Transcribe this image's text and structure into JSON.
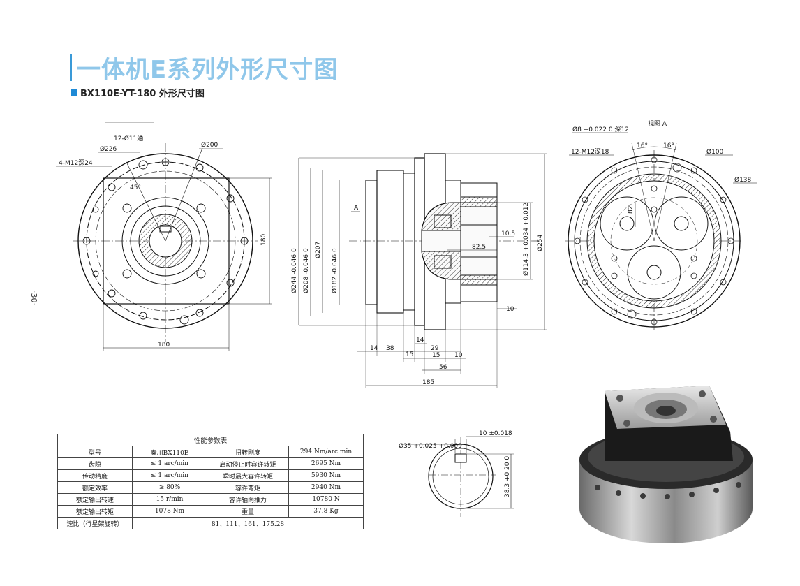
{
  "header": {
    "title": "一体机E系列外形尺寸图",
    "subtitle": "BX110E-YT-180  外形尺寸图",
    "page_number": "·30·"
  },
  "front_view": {
    "callouts": [
      "12-Ø11通",
      "Ø226",
      "4-M12深24",
      "Ø200",
      "45°"
    ],
    "dim_width": "180",
    "dim_height": "180"
  },
  "side_view": {
    "section_label": "A",
    "diameters": [
      "Ø244 -0.046 0",
      "Ø208 -0.046 0",
      "Ø207",
      "Ø182 -0.046 0"
    ],
    "right_dims": [
      "10.5",
      "82.5",
      "Ø114.3 +0.034 +0.012",
      "Ø254",
      "10"
    ],
    "bottom_dims": [
      "14",
      "38",
      "15",
      "14",
      "29",
      "15",
      "10",
      "56",
      "185"
    ]
  },
  "view_a": {
    "label": "视图 A",
    "callouts": [
      "Ø8 +0.022 0 深12",
      "12-M12深18",
      "Ø100",
      "Ø138",
      "16°",
      "16°",
      "82"
    ]
  },
  "shaft_detail": {
    "diameter": "Ø35 +0.025 +0.009",
    "key_width": "10 ±0.018",
    "key_depth": "38.3 +0.20 0"
  },
  "spec_table": {
    "title": "性能参数表",
    "rows": [
      [
        "型号",
        "秦川BX110E",
        "扭转刚度",
        "294 Nm/arc.min"
      ],
      [
        "齿隙",
        "≤ 1 arc/min",
        "启动停止时容许转矩",
        "2695 Nm"
      ],
      [
        "传动精度",
        "≤ 1 arc/min",
        "瞬时最大容许转矩",
        "5930 Nm"
      ],
      [
        "额定效率",
        "≥ 80%",
        "容许弯矩",
        "2940 Nm"
      ],
      [
        "额定输出转速",
        "15 r/min",
        "容许轴向推力",
        "10780 N"
      ],
      [
        "额定输出转矩",
        "1078 Nm",
        "重量",
        "37.8 Kg"
      ]
    ],
    "ratio_label": "速比（行星架旋转）",
    "ratio_value": "81、111、161、175.28"
  }
}
